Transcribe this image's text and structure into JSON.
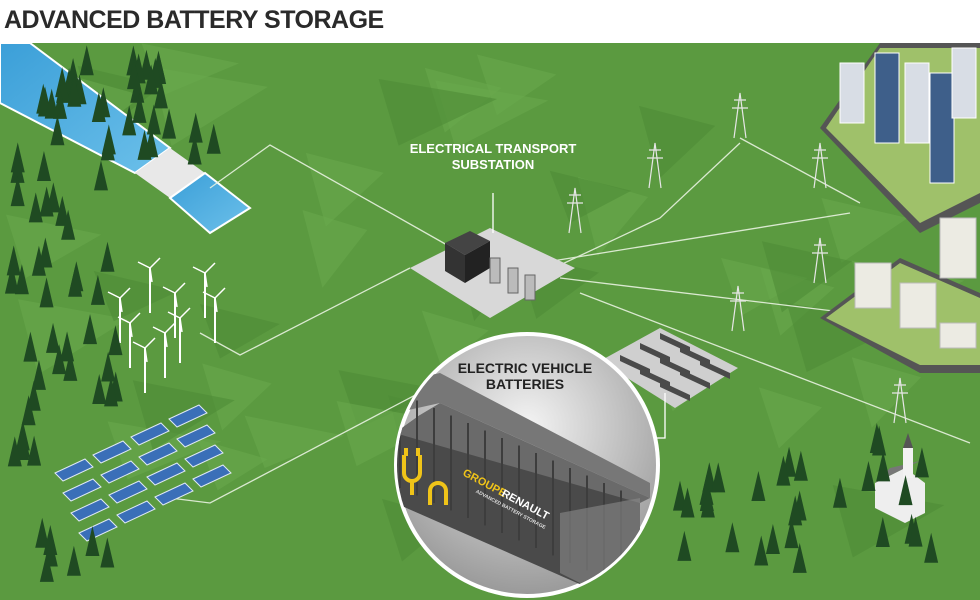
{
  "header": {
    "title": "ADVANCED BATTERY STORAGE"
  },
  "labels": {
    "substation_line1": "ELECTRICAL TRANSPORT",
    "substation_line2": "SUBSTATION",
    "batteries_line1": "ELECTRIC VEHICLE",
    "batteries_line2": "BATTERIES"
  },
  "container_branding": {
    "brand_part1": "GROUPE",
    "brand_part2": "RENAULT",
    "tagline": "ADVANCED BATTERY STORAGE"
  },
  "colors": {
    "grass": "#5b9a40",
    "grass_dark": "#4c8735",
    "water": "#4aa8dc",
    "flow_line": "#e8f2e0",
    "accent_yellow": "#f0c419",
    "title": "#2a2a2a"
  }
}
